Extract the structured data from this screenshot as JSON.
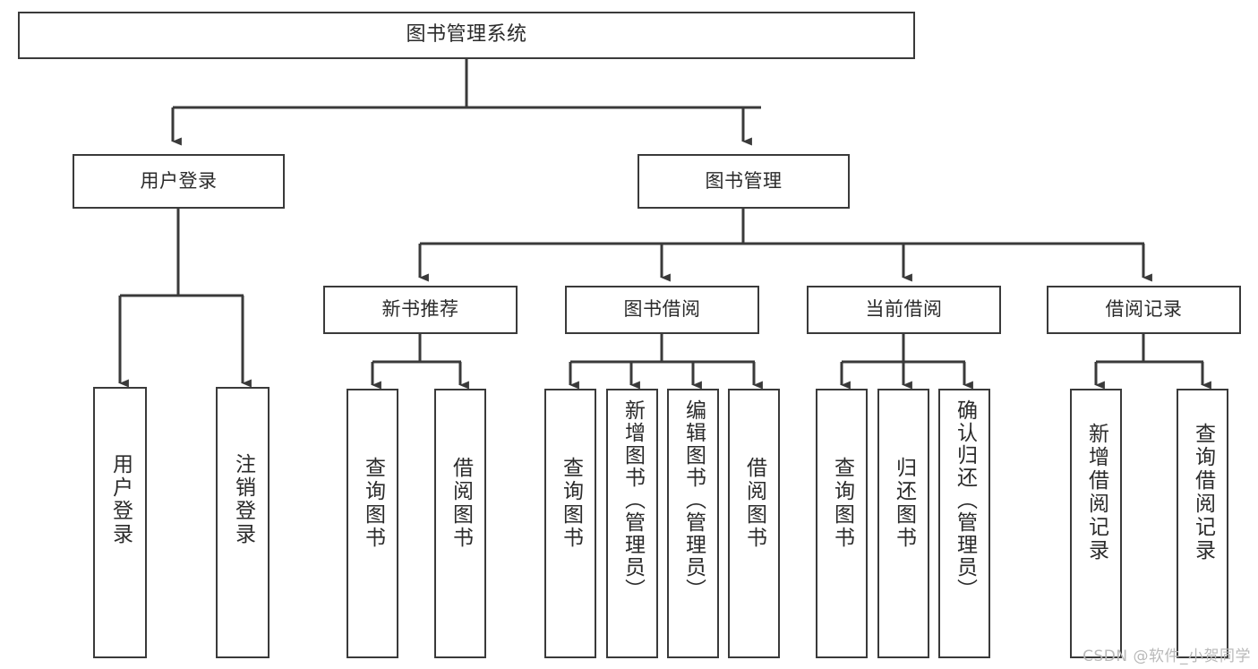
{
  "diagram": {
    "title": "图书管理系统",
    "type": "tree-hierarchy-chart",
    "watermark": "CSDN @软件_小贺同学",
    "colors": {
      "stroke": "#3a3a3a",
      "fill": "#ffffff",
      "text": "#2b2b2b",
      "watermark": "#b9b9b9"
    }
  },
  "nodes": {
    "root": {
      "label": "图书管理系统"
    },
    "level1": [
      {
        "id": "user-login",
        "label": "用户登录"
      },
      {
        "id": "book-manage",
        "label": "图书管理"
      }
    ],
    "level2": [
      {
        "id": "new-book-recommend",
        "label": "新书推荐"
      },
      {
        "id": "book-borrow",
        "label": "图书借阅"
      },
      {
        "id": "current-borrow",
        "label": "当前借阅"
      },
      {
        "id": "borrow-record",
        "label": "借阅记录"
      }
    ],
    "leaves": {
      "user_login": [
        {
          "id": "leaf-user-login",
          "label": "用户登录"
        },
        {
          "id": "leaf-logout-login",
          "label": "注销登录"
        }
      ],
      "new_book_recommend": [
        {
          "id": "leaf-query-book-1",
          "label": "查询图书"
        },
        {
          "id": "leaf-borrow-book-1",
          "label": "借阅图书"
        }
      ],
      "book_borrow": [
        {
          "id": "leaf-query-book-2",
          "label": "查询图书"
        },
        {
          "id": "leaf-add-book",
          "label": "新增图书（管理员）"
        },
        {
          "id": "leaf-edit-book",
          "label": "编辑图书（管理员）"
        },
        {
          "id": "leaf-borrow-book-2",
          "label": "借阅图书"
        }
      ],
      "current_borrow": [
        {
          "id": "leaf-query-book-3",
          "label": "查询图书"
        },
        {
          "id": "leaf-return-book",
          "label": "归还图书"
        },
        {
          "id": "leaf-confirm-return",
          "label": "确认归还（管理员）"
        }
      ],
      "borrow_record": [
        {
          "id": "leaf-add-record",
          "label": "新增借阅记录"
        },
        {
          "id": "leaf-query-record",
          "label": "查询借阅记录"
        }
      ]
    }
  }
}
